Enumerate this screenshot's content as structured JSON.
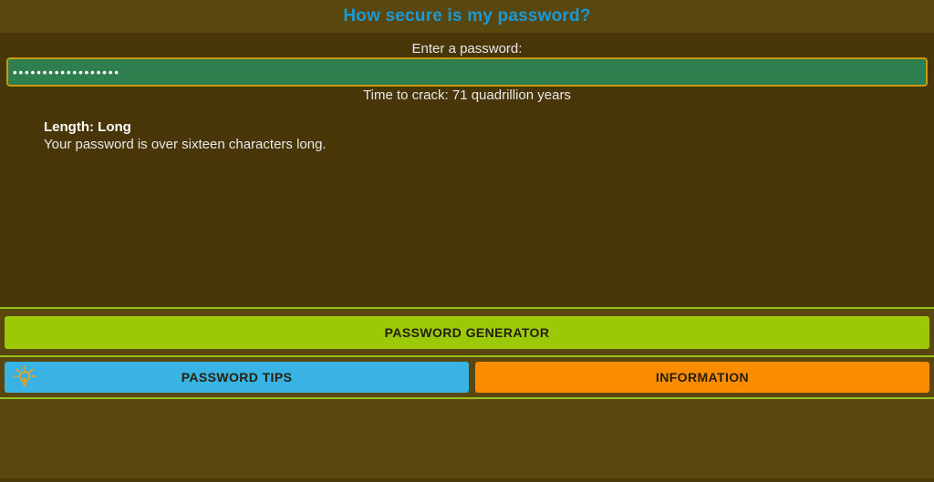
{
  "app": {
    "title": "How secure is my password?"
  },
  "main": {
    "prompt": "Enter a password:",
    "password": {
      "value": "••••••••••••••••••",
      "placeholder": ""
    },
    "crack_time": "Time to crack: 71 quadrillion years",
    "result": {
      "heading": "Length: Long",
      "detail": "Your password is over sixteen characters long."
    }
  },
  "actions": {
    "generator": "PASSWORD GENERATOR",
    "tips": "PASSWORD TIPS",
    "information": "INFORMATION"
  },
  "icons": {
    "tips_button": "lightbulb-icon"
  },
  "colors": {
    "bar_bg": "#59470f",
    "content_bg": "#483508",
    "title_accent": "#1a99d5",
    "text_light": "#e9e9e9",
    "field_bg": "#2f7e4e",
    "field_border": "#c6990f",
    "generator_bg": "#9bc906",
    "tips_bg": "#39b3e3",
    "info_bg": "#fb8c00",
    "separator": "#96c11c",
    "button_text": "#26200a",
    "bulb_icon": "#eca219"
  }
}
